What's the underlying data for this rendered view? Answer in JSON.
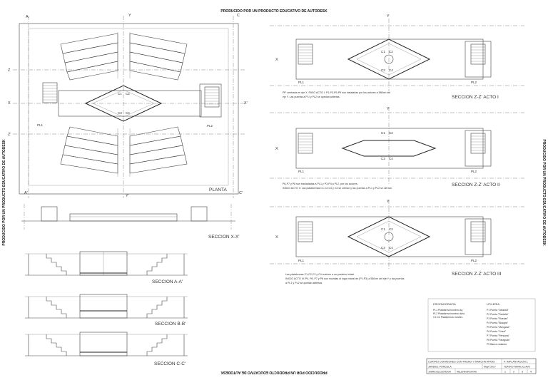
{
  "watermark": "PRODUCIDO POR UN PRODUCTO EDUCATIVO DE AUTODESK",
  "plan": {
    "title": "PLANTA",
    "axis_labels": {
      "a": "A",
      "a_prime": "A'",
      "c": "C",
      "c_prime": "C'",
      "y": "Y",
      "y_prime": "Y'",
      "x": "X",
      "x_prime": "X'",
      "z": "Z",
      "z_prime": "Z'"
    },
    "platforms": {
      "pl1": "PL1",
      "pl2": "PL2",
      "c1": "C1",
      "c2": "C2",
      "c3": "C3",
      "c4": "C4"
    }
  },
  "sections": {
    "xx": "SECCION X-X'",
    "aa": "SECCION A-A'",
    "bb": "SECCION B-B'",
    "cc": "SECCION C-C'"
  },
  "acts": [
    {
      "title": "SECCION Z-Z' ACTO I",
      "note_line1": "PP. centrada en eje X. PASO ACTO I: P1-P3-P5-P9 son instaladas por los actores a 580cm del",
      "note_line2": "eje Y. Las puertas a P1/ y PL2 se quedan abiertas."
    },
    {
      "title": "SECCION Z-Z' ACTO II",
      "note_line1": "P6-P7 y P8 son trasladadas a PL1 y P3-P4 a PL2, por los actores.",
      "note_line2": "INICIO ACTO II: Las plataformas C1,C2,C3 y C4 se cierran y las puertas a PL1 y PL2 se cierran."
    },
    {
      "title": "SECCION Z-Z' ACTO III",
      "note_line1": "Las plataformas C1,C2,C3 y C4 vuelven a su posicion inicial.",
      "note_line2": "INICIO ACTO III: P4, P6, P7 y P8 son movidas al lugar inicial de (P1-P3) a 580cm del eje Y y las puertas",
      "note_line3": "a PL1 y PL2 se quedan abiertas."
    }
  ],
  "legend": {
    "scenography_title": "ESCENOGRAFIA",
    "scenography_items": [
      "PL1  Plataforma hombro izq.",
      "PL2  Plataforma hombro dcho.",
      "C1-C4  Plataformas moviles"
    ],
    "props_title": "UTILERIA",
    "props_items": [
      "P1  Puerta \"Delantal\"",
      "P2  Puerta \"Pantalla\"",
      "P3  Puerta \"Ruedas\"",
      "P4  Puerta \"Bisagra\"",
      "P5  Puerta \"Mangana\"",
      "P6  Puerta \"Crisal\"",
      "P7  Puerta \"Persiana\"",
      "P8  Puerta \"Paraguas\"",
      "P9  Banco    rodando"
    ]
  },
  "title_block": {
    "project": "CUATRO CORAZONES CON FRENO Y MARCHA ATRAS",
    "sheet": "P. IMPLANTACION 1",
    "venue": "TEATRO NAVAL/CLAVE",
    "author": "JARDIEL PONCELA",
    "date": "Mayo 2017",
    "designer": "JUARIOLECCENOGR",
    "student": "HELENA ARCAYAS",
    "pages": [
      "1",
      "2",
      "3",
      "4"
    ]
  }
}
